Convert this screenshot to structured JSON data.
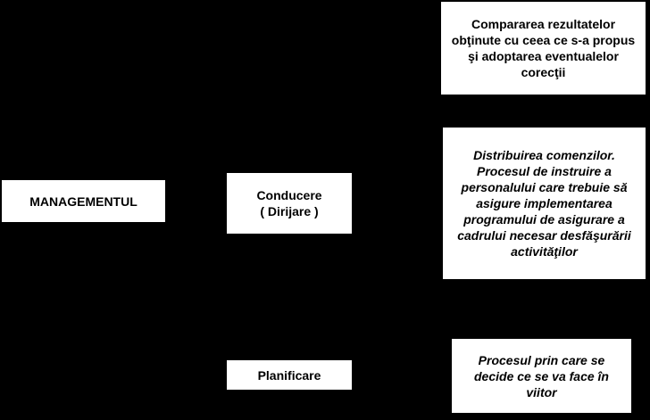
{
  "diagram": {
    "management": "MANAGEMENTUL",
    "conducere": "Conducere\n( Dirijare )",
    "planificare": "Planificare",
    "comparare": "Compararea  rezultatelor obţinute cu ceea ce s-a propus şi adoptarea eventualelor corecţii",
    "distribuire": "Distribuirea  comenzilor. Procesul de instruire a personalului care trebuie să asigure implementarea programului de asigurare a cadrului necesar desfăşurării activităţilor",
    "proces_planificare": "Procesul prin care se decide ce se va face în viitor"
  },
  "colors": {
    "background": "#000000",
    "box": "#ffffff",
    "text": "#000000"
  }
}
